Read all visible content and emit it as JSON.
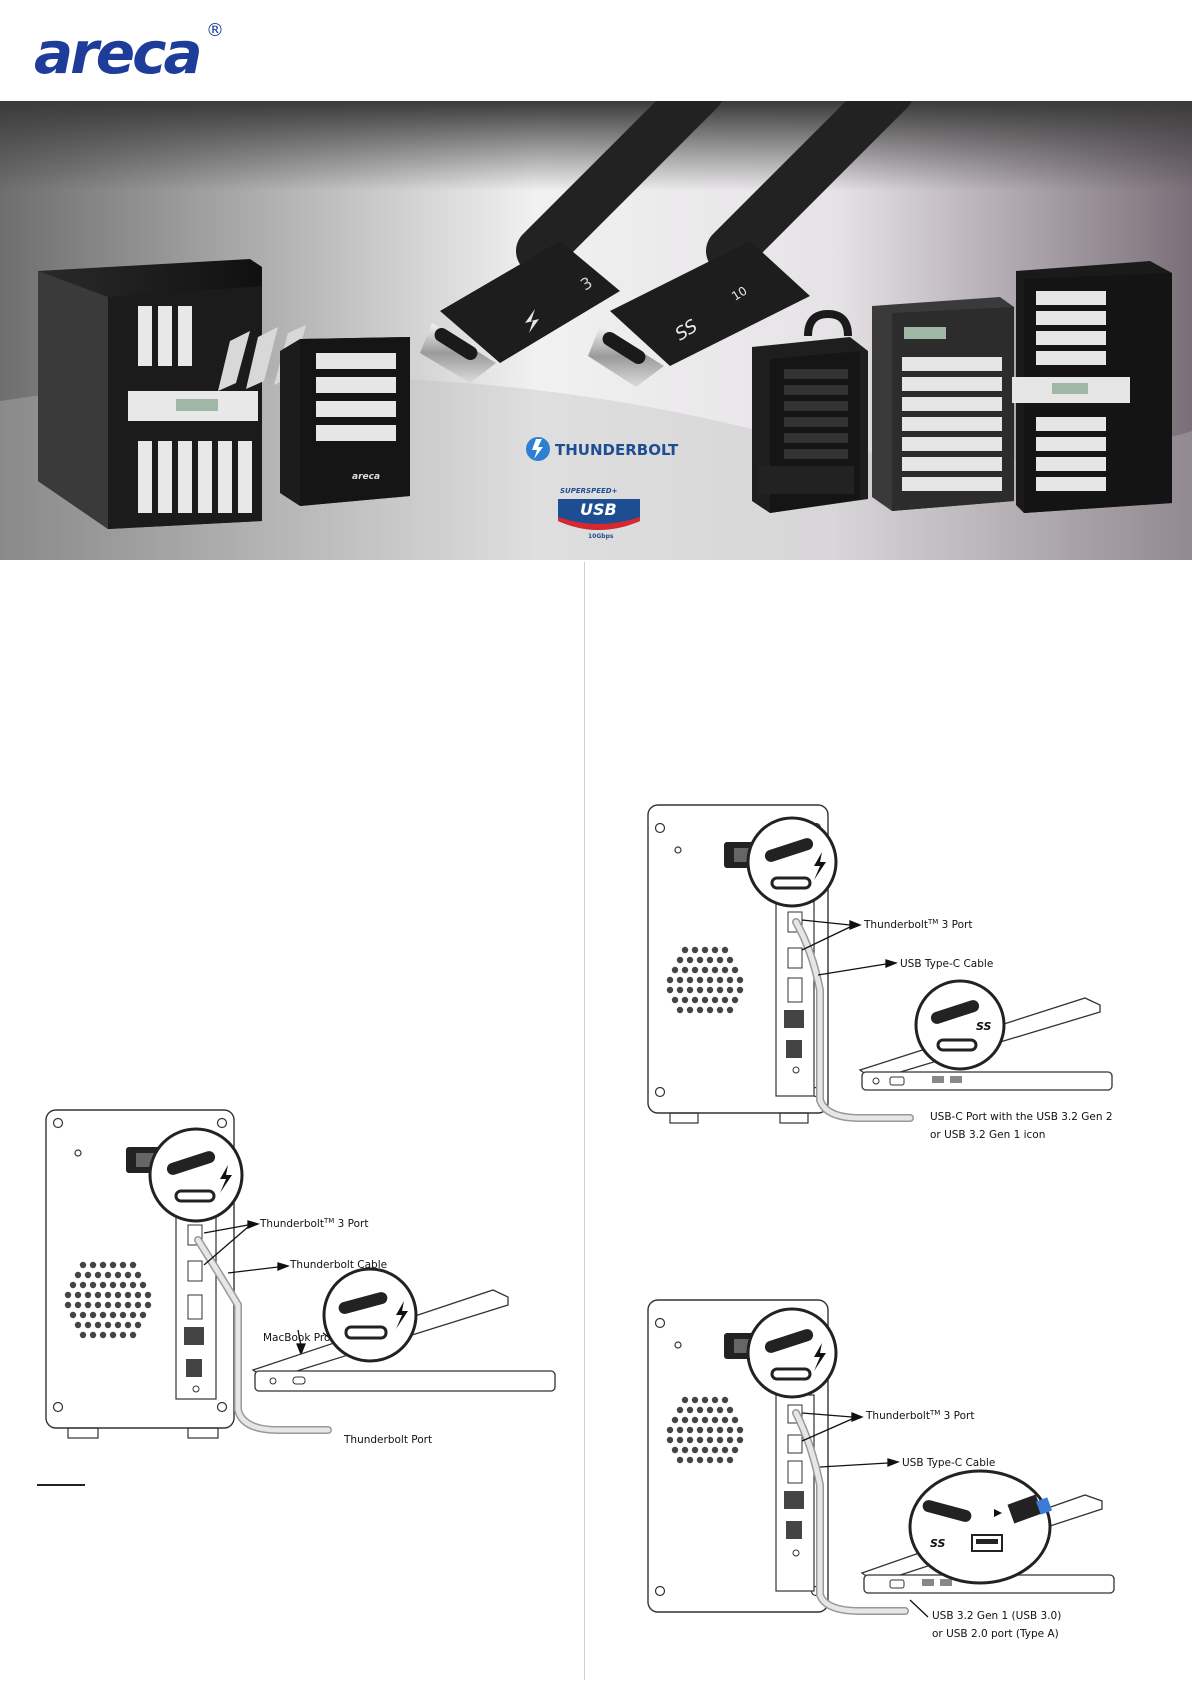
{
  "brand": {
    "logo_text": "areca",
    "registered_mark": "®",
    "color": "#1e3d9a"
  },
  "hero": {
    "cable_left_icon": "thunderbolt-icon",
    "cable_left_number": "3",
    "cable_right_mark": "SS",
    "cable_right_number": "10",
    "thunderbolt_badge": "THUNDERBOLT",
    "usb_badge_top": "SUPERSPEED+",
    "usb_badge_main": "USB",
    "usb_badge_bottom": "10Gbps",
    "device_brand": "areca"
  },
  "diagram_macbook": {
    "labels": {
      "tb_port_prefix": "Thunderbolt",
      "tb_port_tm": "TM",
      "tb_port_suffix": " 3 Port",
      "cable": "Thunderbolt Cable",
      "laptop": "MacBook Pro",
      "host_port": "Thunderbolt Port"
    }
  },
  "diagram_usbc": {
    "labels": {
      "tb_port_prefix": "Thunderbolt",
      "tb_port_tm": "TM",
      "tb_port_suffix": " 3 Port",
      "cable": "USB Type-C Cable",
      "host_port_line1": "USB-C Port with the USB 3.2 Gen 2",
      "host_port_line2": "or USB 3.2 Gen 1 icon"
    }
  },
  "diagram_usba": {
    "labels": {
      "tb_port_prefix": "Thunderbolt",
      "tb_port_tm": "TM",
      "tb_port_suffix": " 3 Port",
      "cable": "USB Type-C Cable",
      "host_port_line1": "USB 3.2 Gen 1 (USB 3.0)",
      "host_port_line2": "or USB 2.0 port (Type A)"
    }
  }
}
